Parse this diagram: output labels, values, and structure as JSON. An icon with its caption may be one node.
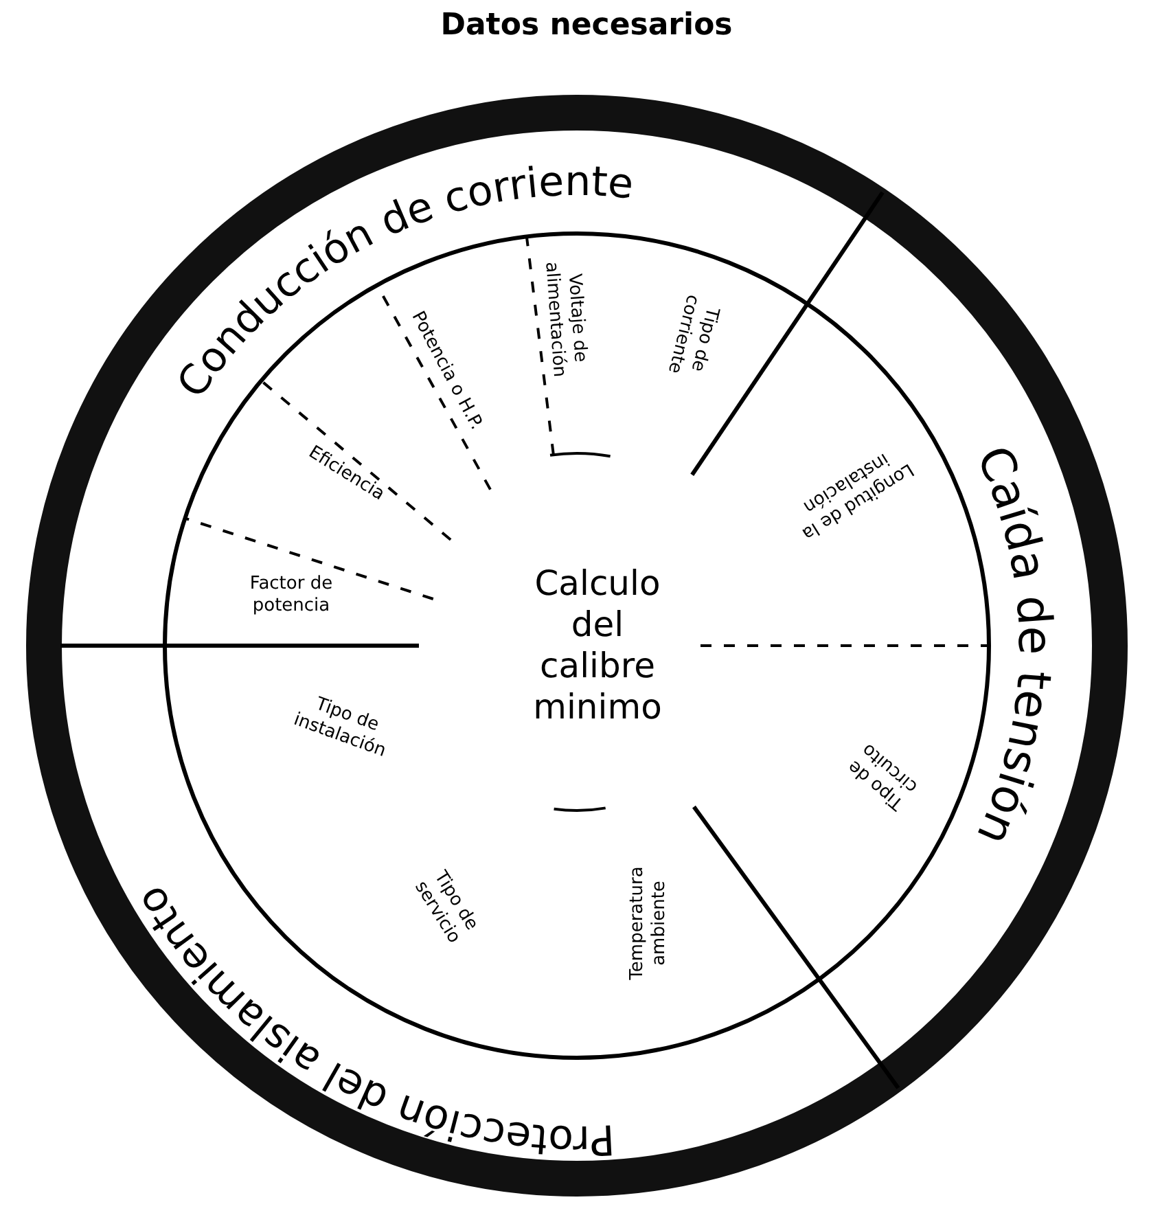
{
  "diagram": {
    "title": "Datos necesarios",
    "nodes": [
      {
        "text": [
          "Conducción de corriente"
        ]
      },
      {
        "text": [
          "Caída de tensión"
        ]
      },
      {
        "text": [
          "Factor de potencia"
        ]
      },
      {
        "text": [
          "Eficiencia"
        ]
      },
      {
        "text": [
          "Potencia o H.P."
        ]
      },
      {
        "text": [
          "Voltaje de alimentación"
        ]
      },
      {
        "text": [
          "Tipo de corriente"
        ]
      },
      {
        "text": [
          "Longitud de la instalación"
        ]
      },
      {
        "text": [
          "Calculo del calibre minimo"
        ]
      },
      {
        "text": [
          "Tipo de instalación"
        ]
      },
      {
        "text": [
          "Tipo de circuito"
        ]
      },
      {
        "text": [
          "Tipo de servicio"
        ]
      },
      {
        "text": [
          "Temperatura ambiente"
        ]
      },
      {
        "text": [
          "Protección del aislamiento"
        ]
      }
    ]
  }
}
